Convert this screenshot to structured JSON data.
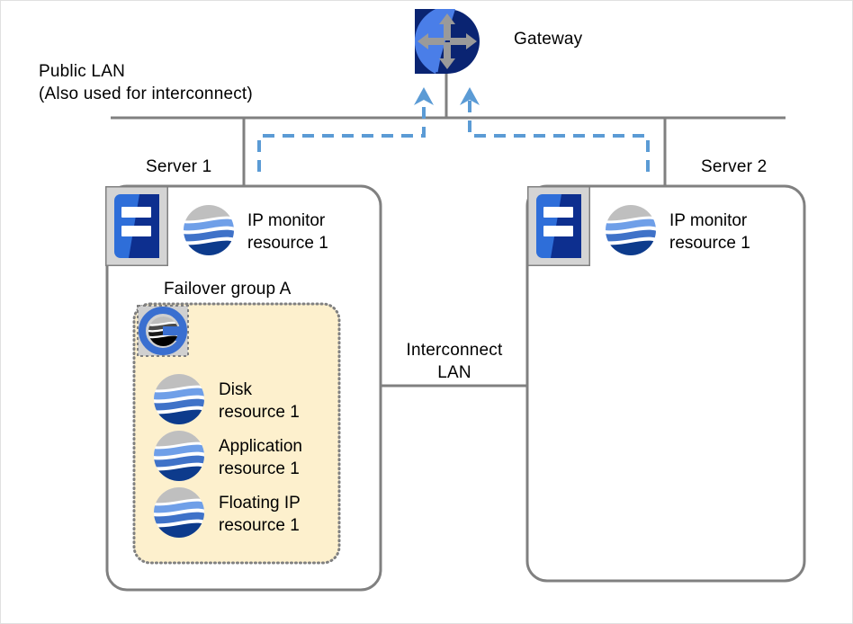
{
  "diagram": {
    "title_elements": {
      "gateway_label": "Gateway",
      "public_lan_line1": "Public LAN",
      "public_lan_line2": "(Also used for interconnect)",
      "server1_label": "Server 1",
      "server2_label": "Server 2",
      "interconnect_line1": "Interconnect",
      "interconnect_line2": "LAN",
      "failover_group_label": "Failover group A"
    },
    "colors": {
      "line_gray": "#808080",
      "dashed_blue": "#5b9bd5",
      "group_fill": "#fdf0cd",
      "group_border": "#808080",
      "server_icon_blue": "#2e6ed9",
      "server_icon_dark_blue": "#0d2f8f",
      "server_icon_frame": "#d0d0d0",
      "gateway_light": "#4a7ee8",
      "gateway_dark": "#0a2472",
      "gateway_arrow": "#9a9a9a",
      "sphere_gray": "#bfbfbf",
      "sphere_light_blue": "#6f9fe8",
      "sphere_mid_blue": "#3f72c8",
      "sphere_dark_blue": "#0d3b8c",
      "g_ring_blue": "#3a6fd0",
      "background": "#ffffff"
    },
    "nodes": {
      "gateway": {
        "name": "Gateway",
        "icon": "router-icon"
      },
      "server1": {
        "name": "Server 1",
        "server_icon": "server-icon",
        "monitors": [
          {
            "icon": "resource-sphere-icon",
            "line1": "IP monitor",
            "line2": "resource 1"
          }
        ],
        "failover_group": {
          "label": "Failover group A",
          "group_icon": "failover-group-icon",
          "resources": [
            {
              "icon": "resource-sphere-icon",
              "line1": "Disk",
              "line2": "resource 1"
            },
            {
              "icon": "resource-sphere-icon",
              "line1": "Application",
              "line2": "resource 1"
            },
            {
              "icon": "resource-sphere-icon",
              "line1": "Floating IP",
              "line2": "resource 1"
            }
          ]
        }
      },
      "server2": {
        "name": "Server 2",
        "server_icon": "server-icon",
        "monitors": [
          {
            "icon": "resource-sphere-icon",
            "line1": "IP monitor",
            "line2": "resource 1"
          }
        ],
        "failover_group": null
      }
    },
    "networks": {
      "public_lan": {
        "label_line1": "Public LAN",
        "label_line2": "(Also used for interconnect)"
      },
      "interconnect_lan": {
        "label_line1": "Interconnect",
        "label_line2": "LAN"
      }
    }
  }
}
